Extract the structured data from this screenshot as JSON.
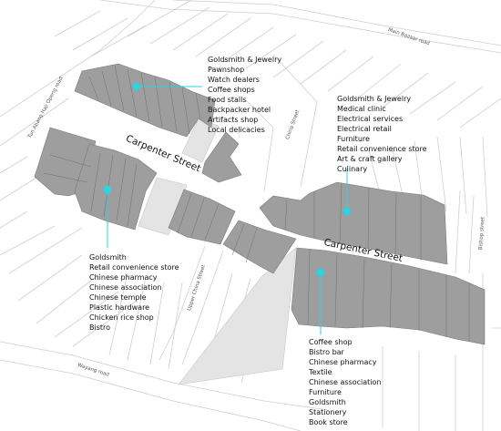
{
  "colors": {
    "building": "#9e9e9e",
    "building_outline": "#7a7a7a",
    "open_space": "#e4e4e4",
    "street_lines": "#cfcfcf",
    "callout": "#29d4e3",
    "text": "#111111"
  },
  "streets": {
    "main": [
      {
        "id": "carpenter-west",
        "name": "Carpenter Street"
      },
      {
        "id": "carpenter-east",
        "name": "Carpenter Street"
      }
    ],
    "minor": [
      {
        "id": "tun-abang",
        "name": "Tun Abang Haji Openg road"
      },
      {
        "id": "main-bazaar",
        "name": "Main Bazaar road"
      },
      {
        "id": "china-street",
        "name": "China Street"
      },
      {
        "id": "upper-china",
        "name": "Upper China Street"
      },
      {
        "id": "wayang",
        "name": "Wayang road"
      },
      {
        "id": "bishop",
        "name": "Bishop street"
      }
    ]
  },
  "callouts": [
    {
      "id": "north-west",
      "items": [
        "Goldsmith & Jewelry",
        "Pawnshop",
        "Watch dealers",
        "Coffee shops",
        "Food stalls",
        "Backpacker hotel",
        "Artifacts shop",
        "Local delicacies"
      ]
    },
    {
      "id": "north-east",
      "items": [
        "Goldsmith & Jewelry",
        "Medical clinic",
        "Electrical services",
        "Electrical retail",
        "Furniture",
        "Retail convenience store",
        "Art & craft gallery",
        "Culinary"
      ]
    },
    {
      "id": "south-west",
      "items": [
        "Goldsmith",
        "Retail convenience store",
        "Chinese pharmacy",
        "Chinese association",
        "Chinese temple",
        "Plastic hardware",
        "Chicken rice shop",
        "Bistro"
      ]
    },
    {
      "id": "south-east",
      "items": [
        "Coffee shop",
        "Bistro bar",
        "Chinese pharmacy",
        "Textile",
        "Chinese association",
        "Furniture",
        "Goldsmith",
        "Stationery",
        "Book store"
      ]
    }
  ]
}
